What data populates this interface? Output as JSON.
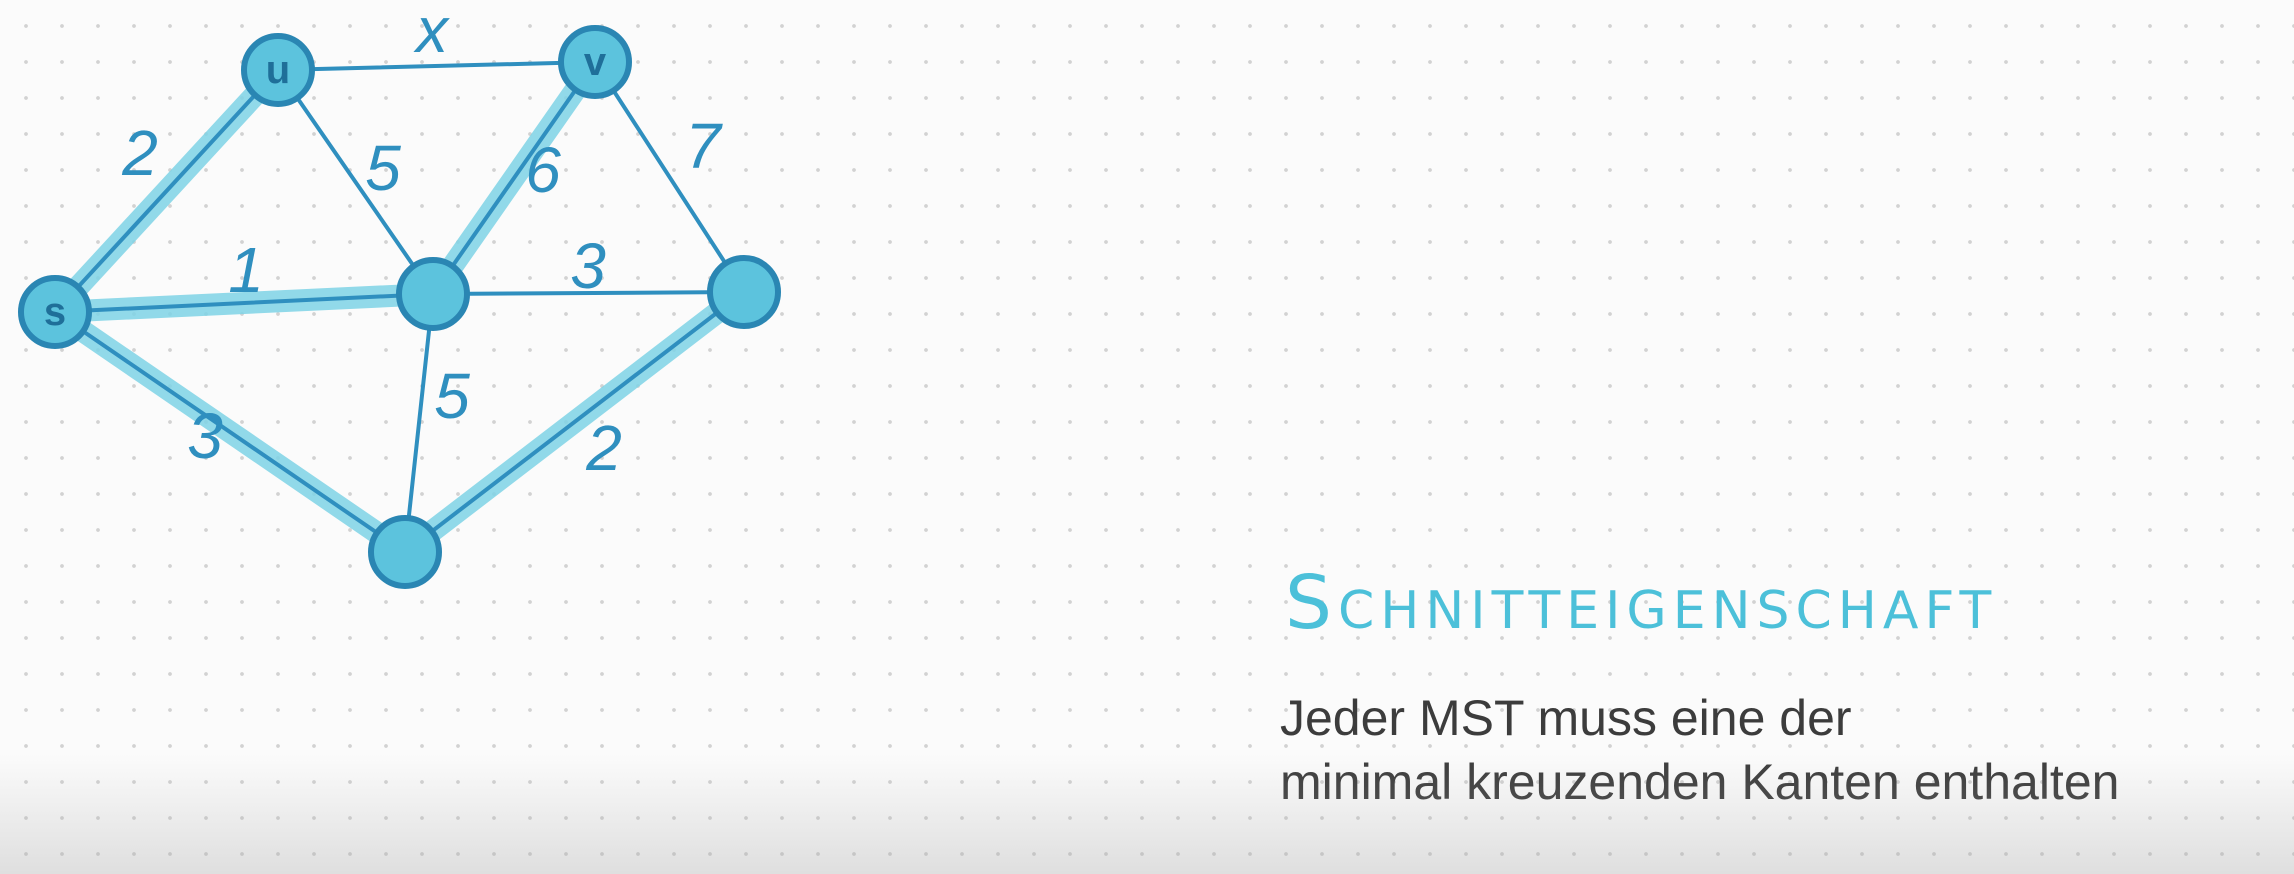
{
  "graph": {
    "nodes": [
      {
        "id": "u",
        "label": "u"
      },
      {
        "id": "v",
        "label": "v"
      },
      {
        "id": "s",
        "label": "s"
      },
      {
        "id": "c",
        "label": ""
      },
      {
        "id": "r",
        "label": ""
      },
      {
        "id": "b",
        "label": ""
      }
    ],
    "edges": [
      {
        "from": "u",
        "to": "v",
        "weight": "x",
        "highlighted": false
      },
      {
        "from": "s",
        "to": "u",
        "weight": "2",
        "highlighted": true
      },
      {
        "from": "u",
        "to": "c",
        "weight": "5",
        "highlighted": false
      },
      {
        "from": "v",
        "to": "c",
        "weight": "6",
        "highlighted": true
      },
      {
        "from": "v",
        "to": "r",
        "weight": "7",
        "highlighted": false
      },
      {
        "from": "s",
        "to": "c",
        "weight": "1",
        "highlighted": true
      },
      {
        "from": "c",
        "to": "r",
        "weight": "3",
        "highlighted": false
      },
      {
        "from": "s",
        "to": "b",
        "weight": "3",
        "highlighted": true
      },
      {
        "from": "c",
        "to": "b",
        "weight": "5",
        "highlighted": false
      },
      {
        "from": "r",
        "to": "b",
        "weight": "2",
        "highlighted": true
      }
    ]
  },
  "caption": {
    "title": "Schnitteigenschaft",
    "line1": "Jeder MST muss eine der",
    "line2": "minimal kreuzenden Kanten enthalten"
  },
  "colors": {
    "highlight": "#7fd4e6",
    "edge": "#2f8fbf",
    "node_fill": "#5cc3dd",
    "node_stroke": "#2a86b3"
  }
}
